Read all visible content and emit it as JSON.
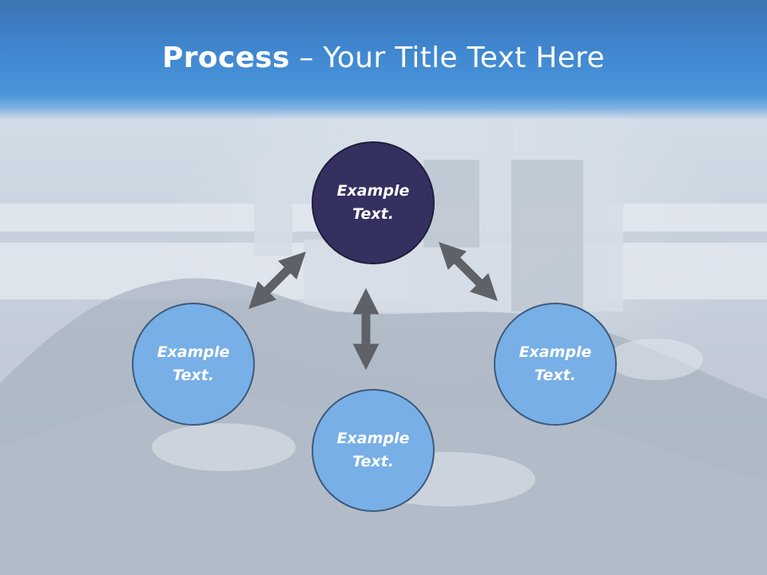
{
  "slide": {
    "title_bold": "Process",
    "title_rest": " – Your Title Text Here"
  },
  "nodes": {
    "top": "Example Text.",
    "left": "Example Text.",
    "right": "Example Text.",
    "bottom": "Example Text."
  },
  "colors": {
    "header": "#4190d8",
    "node_highlight": "#34305f",
    "node_default": "#78afe6",
    "arrow": "#5e6167"
  },
  "icons": {
    "arrows": "double-headed-arrow"
  }
}
